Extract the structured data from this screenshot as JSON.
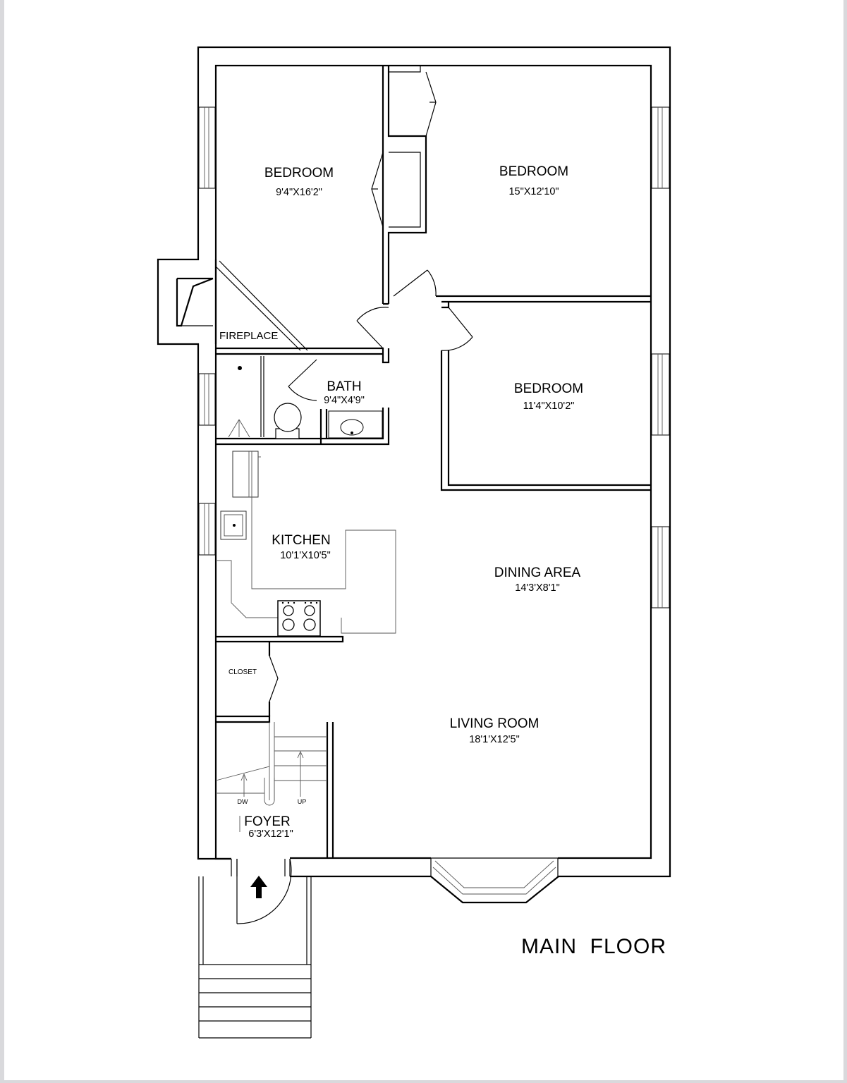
{
  "plan": {
    "title": "MAIN  FLOOR",
    "rooms": [
      {
        "name": "BEDROOM",
        "size": "9'4\"X16'2\""
      },
      {
        "name": "BEDROOM",
        "size": "15\"X12'10\""
      },
      {
        "name": "BEDROOM",
        "size": "11'4\"X10'2\""
      },
      {
        "name": "FIREPLACE"
      },
      {
        "name": "BATH",
        "size": "9'4\"X4'9\""
      },
      {
        "name": "KITCHEN",
        "size": "10'1'X10'5\""
      },
      {
        "name": "DINING AREA",
        "size": "14'3'X8'1\""
      },
      {
        "name": "CLOSET"
      },
      {
        "name": "LIVING ROOM",
        "size": "18'1'X12'5\""
      },
      {
        "name": "FOYER",
        "size": "6'3'X12'1\""
      }
    ],
    "stair_labels": {
      "down": "DW",
      "up": "UP"
    }
  }
}
